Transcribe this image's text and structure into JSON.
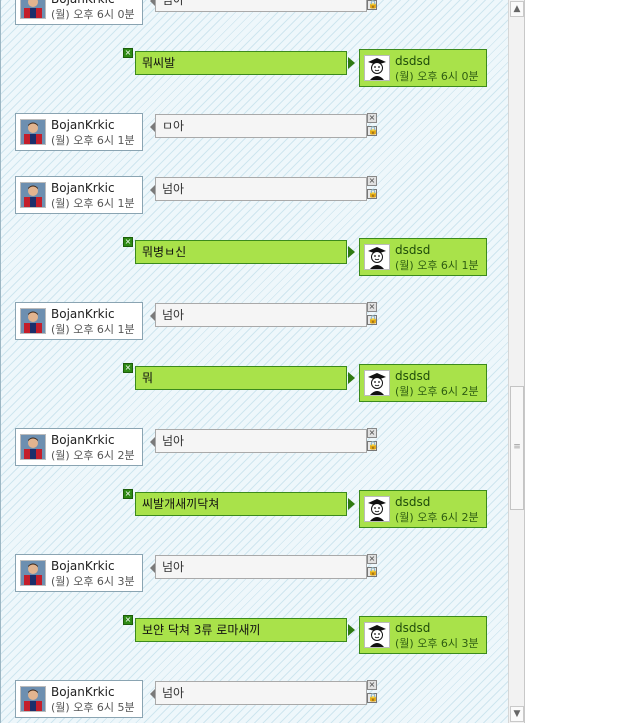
{
  "scrollbar": {
    "up_arrow": "▲",
    "down_arrow": "▼",
    "grip": "≡"
  },
  "icons": {
    "close": "×",
    "lock": "🔒"
  },
  "messages": [
    {
      "side": "in",
      "name": "BojanKrkic",
      "time": "(월) 오후 6시 0분",
      "text": "넘아"
    },
    {
      "side": "out",
      "name": "dsdsd",
      "time": "(월) 오후 6시 0분",
      "text": "뭐씨발"
    },
    {
      "side": "in",
      "name": "BojanKrkic",
      "time": "(월) 오후 6시 1분",
      "text": "ㅁ아"
    },
    {
      "side": "in",
      "name": "BojanKrkic",
      "time": "(월) 오후 6시 1분",
      "text": "넘아"
    },
    {
      "side": "out",
      "name": "dsdsd",
      "time": "(월) 오후 6시 1분",
      "text": "뭐병ㅂ신"
    },
    {
      "side": "in",
      "name": "BojanKrkic",
      "time": "(월) 오후 6시 1분",
      "text": "넘아"
    },
    {
      "side": "out",
      "name": "dsdsd",
      "time": "(월) 오후 6시 2분",
      "text": "뭐"
    },
    {
      "side": "in",
      "name": "BojanKrkic",
      "time": "(월) 오후 6시 2분",
      "text": "넘아"
    },
    {
      "side": "out",
      "name": "dsdsd",
      "time": "(월) 오후 6시 2분",
      "text": "씨발개새끼닥쳐"
    },
    {
      "side": "in",
      "name": "BojanKrkic",
      "time": "(월) 오후 6시 3분",
      "text": "넘아"
    },
    {
      "side": "out",
      "name": "dsdsd",
      "time": "(월) 오후 6시 3분",
      "text": "보얀 닥쳐 3류 로마새끼"
    },
    {
      "side": "in",
      "name": "BojanKrkic",
      "time": "(월) 오후 6시 5분",
      "text": "넘아"
    }
  ]
}
